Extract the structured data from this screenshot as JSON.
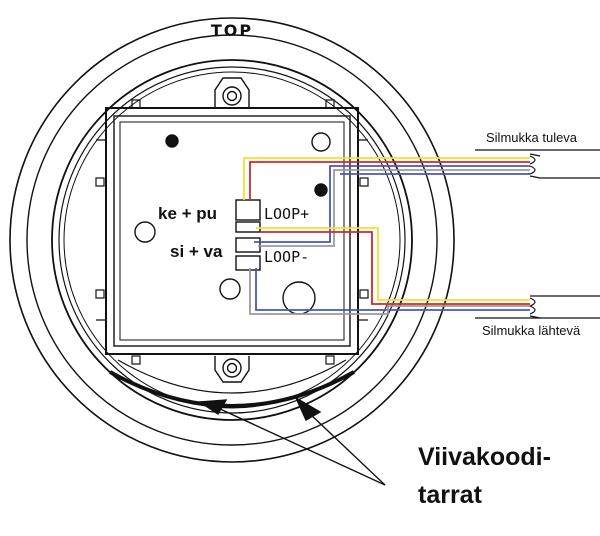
{
  "labels": {
    "top": "TOP",
    "loop_plus": "LOOP+",
    "loop_minus": "LOOP-",
    "polarity_plus": "ke + pu",
    "polarity_minus": "si + va",
    "loop_in": "Silmukka tuleva",
    "loop_out": "Silmukka lähtevä",
    "barcode_line1": "Viivakoodi-",
    "barcode_line2": "tarrat"
  },
  "wire_colors": {
    "yellow": "#f5e12b",
    "red": "#d7262b",
    "blue": "#4a55b8",
    "grey": "#9a9a9a",
    "black": "#111111"
  }
}
